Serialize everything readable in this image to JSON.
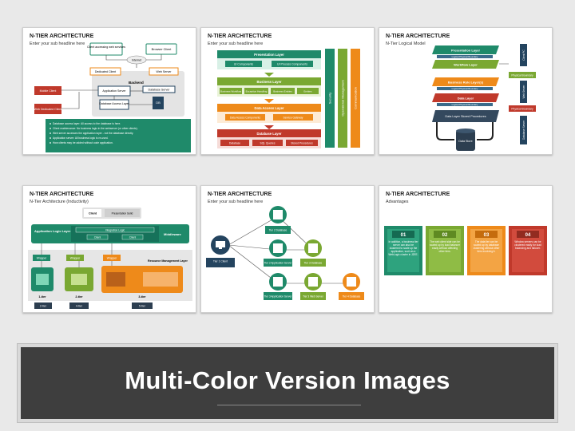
{
  "slides": [
    {
      "title": "N-TIER ARCHITECTURE",
      "subtitle": "Enter your sub headline here",
      "labels": [
        "Client accessing web services",
        "Browser Client",
        "Internet",
        "Dedicated Client",
        "Web Server",
        "Backend",
        "Application Server",
        "Database Server",
        "Database Access Layer",
        "DB",
        "Mobile Client",
        "Web Dedicated Client"
      ],
      "bullets": [
        "Database access layer: All access to the database is here.",
        "Client maintenance: No business logic in the webserver (or other clients).",
        "Web server accesses the application layer - not the database directly.",
        "Application server: All business logic is re-used.",
        "How clients may be added without code application."
      ]
    },
    {
      "title": "N-TIER ARCHITECTURE",
      "subtitle": "Enter your sub headline here",
      "layers": [
        {
          "name": "Presentation Layer",
          "items": [
            "UI Components",
            "UI Process Components"
          ]
        },
        {
          "name": "Business Layer",
          "items": [
            "Business Workflow",
            "Exception Handling",
            "Business Entities",
            "Entities"
          ]
        },
        {
          "name": "Data Access Layer",
          "items": [
            "Data Access Components",
            "Service Gateway"
          ]
        },
        {
          "name": "Database Layer",
          "items": [
            "Database",
            "SQL Queries",
            "Stored Procedures"
          ]
        }
      ],
      "side_bars": [
        "Security",
        "Operational Management",
        "Communication"
      ]
    },
    {
      "title": "N-TIER ARCHITECTURE",
      "subtitle": "N-Tier Logical Model",
      "layers": [
        "Presentation Layer",
        "Workflow Layer",
        "Business Rule Layer(s)",
        "Data Layer",
        "Data Layer Stored Procedures"
      ],
      "boundaries": [
        "Logical Physical Boundary",
        "Logical Physical Boundary",
        "Logical Physical Boundary"
      ],
      "right_labels": [
        "Physical Boundary",
        "Physical Boundary"
      ],
      "vertical_labels": [
        "Client PC",
        "Web Server",
        "Database Server"
      ],
      "store": "Data Store"
    },
    {
      "title": "N-TIER ARCHITECTURE",
      "subtitle": "N-Tier Architecture (Inductivity)",
      "labels": [
        "Client",
        "Presentation Solid",
        "Application Logic Layer",
        "Integration Logic",
        "Client",
        "Client",
        "Middleware",
        "Wrapper",
        "Wrapper",
        "Wrapper",
        "Resource Management Layer"
      ],
      "tiers": [
        "1-tier",
        "2-tier",
        "3-tier"
      ],
      "tier_tags": [
        "2-tier",
        "4-tier",
        "5-tier"
      ]
    },
    {
      "title": "N-TIER ARCHITECTURE",
      "subtitle": "Enter your sub headline here",
      "client": "Tier 1 Client",
      "nodes": [
        "Tier 2 Database",
        "Tier 2 Application Server",
        "Tier 3 Database",
        "Tier 3 Application Server",
        "Tier 3 Web Server",
        "Tier 4 Database"
      ]
    },
    {
      "title": "N-TIER ARCHITECTURE",
      "subtitle": "Advantages",
      "cards": [
        {
          "num": "01",
          "text": "In addition, a business tier server can also be clustered to scale up the application, such as a WebLogic cluster in J2EE."
        },
        {
          "num": "02",
          "text": "The web client side can be scaled up by load balancer easily without affecting other tiers."
        },
        {
          "num": "03",
          "text": "The data tier can be scaled up by database clustering without other tiers involving it."
        },
        {
          "num": "04",
          "text": "Window servers can be clustered easily for load balancing and failover."
        }
      ]
    }
  ],
  "banner": {
    "title": "Multi-Color Version Images"
  },
  "colors": {
    "green": "#3f9a3f",
    "olive": "#7aa832",
    "orange": "#ee8a1a",
    "red": "#c0392b",
    "navy": "#24445f",
    "teal": "#1f8a6a"
  }
}
